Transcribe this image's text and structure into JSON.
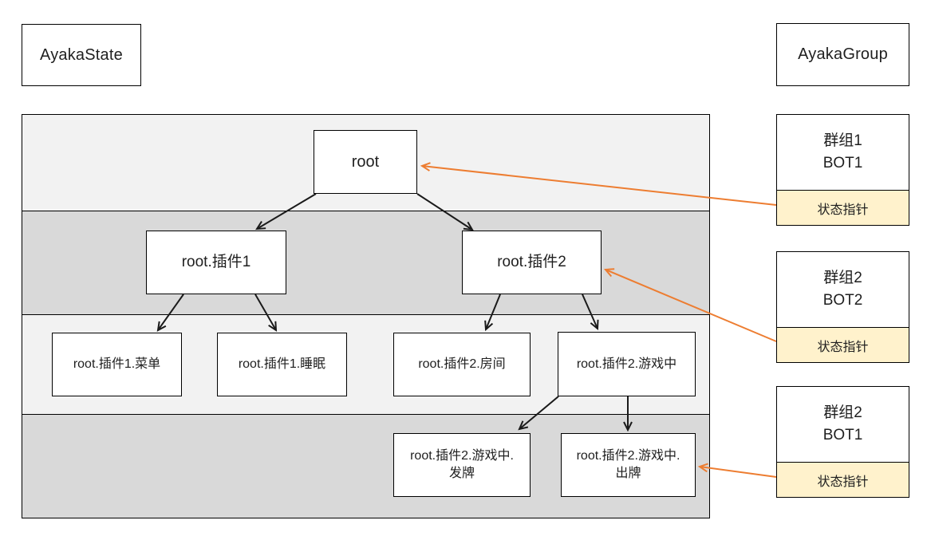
{
  "labels": {
    "ayaka_state": "AyakaState",
    "ayaka_group": "AyakaGroup"
  },
  "tree": {
    "nodes": [
      {
        "label": "root"
      },
      {
        "label": "root.插件1"
      },
      {
        "label": "root.插件2"
      },
      {
        "label": "root.插件1.菜单"
      },
      {
        "label": "root.插件1.睡眠"
      },
      {
        "label": "root.插件2.房间"
      },
      {
        "label": "root.插件2.游戏中"
      },
      {
        "label": "root.插件2.游戏中.\n发牌"
      },
      {
        "label": "root.插件2.游戏中.\n出牌"
      }
    ],
    "edges": [
      [
        "root",
        "root.插件1"
      ],
      [
        "root",
        "root.插件2"
      ],
      [
        "root.插件1",
        "root.插件1.菜单"
      ],
      [
        "root.插件1",
        "root.插件1.睡眠"
      ],
      [
        "root.插件2",
        "root.插件2.房间"
      ],
      [
        "root.插件2",
        "root.插件2.游戏中"
      ],
      [
        "root.插件2.游戏中",
        "root.插件2.游戏中.发牌"
      ],
      [
        "root.插件2.游戏中",
        "root.插件2.游戏中.出牌"
      ]
    ]
  },
  "groups": [
    {
      "name": "群组1\nBOT1",
      "pointer": "状态指针",
      "points_to": "root"
    },
    {
      "name": "群组2\nBOT2",
      "pointer": "状态指针",
      "points_to": "root.插件2"
    },
    {
      "name": "群组2\nBOT1",
      "pointer": "状态指针",
      "points_to": "root.插件2.游戏中.出牌"
    }
  ],
  "colors": {
    "band_light": "#f2f2f2",
    "band_dark": "#d9d9d9",
    "pointer_fill": "#fff2cc",
    "arrow_orange": "#ed7d31",
    "edge_black": "#1a1a1a"
  }
}
